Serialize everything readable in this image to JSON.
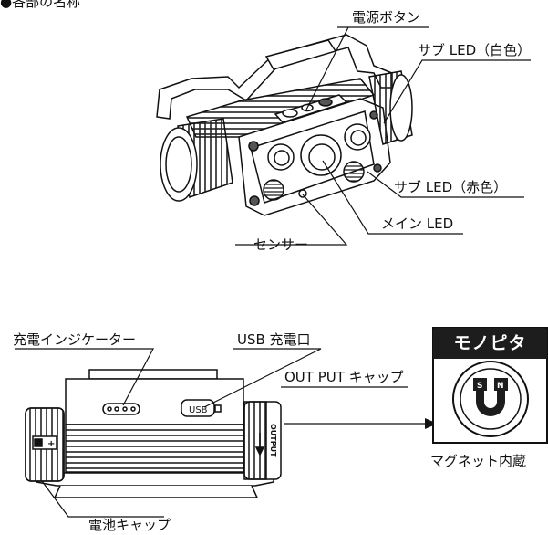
{
  "section_heading": "●各部の名称",
  "top_labels": {
    "power_button": "電源ボタン",
    "sub_led_white": "サブ LED（白色）",
    "sub_led_red": "サブ LED（赤色）",
    "main_led": "メイン LED",
    "sensor": "センサー"
  },
  "bottom_labels": {
    "charge_indicator": "充電インジケーター",
    "usb_port": "USB 充電口",
    "output_cap": "OUT PUT キャップ",
    "battery_cap": "電池キャップ"
  },
  "device_marks": {
    "usb_text": "USB",
    "output_text": "OUTPUT",
    "battery_symbol": "+"
  },
  "magnet": {
    "badge": "モノピタ",
    "pole_s": "S",
    "pole_n": "N",
    "caption": "マグネット内蔵"
  }
}
